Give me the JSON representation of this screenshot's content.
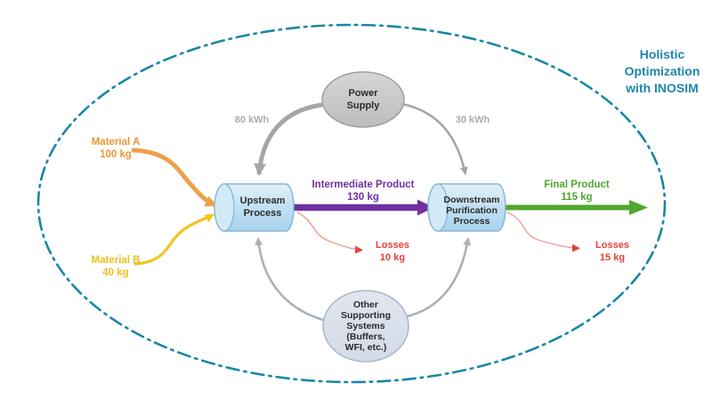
{
  "title": {
    "line1": "Holistic",
    "line2": "Optimization",
    "line3": "with INOSIM"
  },
  "nodes": {
    "power_supply": {
      "lines": [
        "Power",
        "Supply"
      ]
    },
    "upstream": {
      "lines": [
        "Upstream",
        "Process"
      ]
    },
    "downstream": {
      "lines": [
        "Downstream",
        "Purification",
        "Process"
      ]
    },
    "supporting": {
      "lines": [
        "Other",
        "Supporting",
        "Systems",
        "(Buffers,",
        "WFI, etc.)"
      ]
    }
  },
  "flows": {
    "material_a": {
      "label": "Material A",
      "value": "100 kg"
    },
    "material_b": {
      "label": "Material B",
      "value": "40 kg"
    },
    "energy_upstream": {
      "value": "80 kWh"
    },
    "energy_downstream": {
      "value": "30 kWh"
    },
    "intermediate_product": {
      "label": "Intermediate Product",
      "value": "130 kg"
    },
    "final_product": {
      "label": "Final Product",
      "value": "115 kg"
    },
    "losses_upstream": {
      "label": "Losses",
      "value": "10 kg"
    },
    "losses_downstream": {
      "label": "Losses",
      "value": "15 kg"
    }
  },
  "colors": {
    "boundary_teal": "#1A87A5",
    "title_teal": "#1F86AD",
    "material_a_orange": "#EDA04B",
    "material_b_yellow": "#F2C51D",
    "intermediate_purple": "#7030A0",
    "final_green": "#4EA72E",
    "losses_red": "#E8403A",
    "losses_curve_pink": "#F09A93",
    "energy_gray": "#A5A5A5",
    "support_connector_gray": "#A9B0BA",
    "process_fill_blue": "#BFDEF2",
    "process_stroke_blue": "#85B7D9",
    "power_fill_gray": "#C9C9C9",
    "supporting_fill_bluegray": "#DCE2EC"
  }
}
